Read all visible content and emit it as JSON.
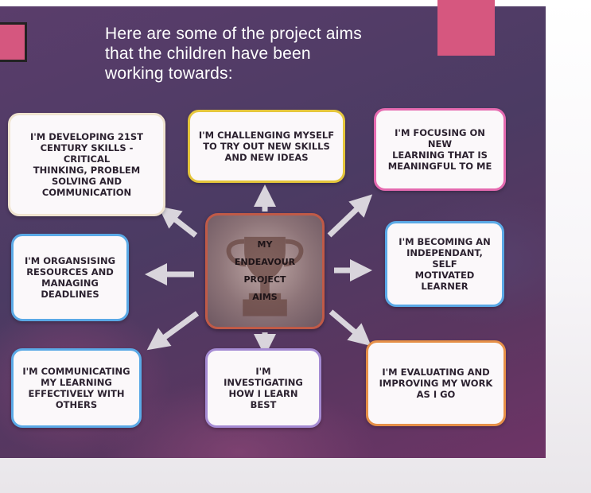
{
  "title": {
    "lines": [
      "Here are some of the project aims",
      "that the children have been",
      "working towards:"
    ]
  },
  "center": {
    "lines": [
      "MY",
      "ENDEAVOUR",
      "PROJECT",
      "AIMS"
    ],
    "icon": "trophy-icon"
  },
  "aims": {
    "skills": [
      "I'M DEVELOPING 21ST",
      "CENTURY SKILLS -  CRITICAL",
      "THINKING, PROBLEM",
      "SOLVING AND",
      "COMMUNICATION"
    ],
    "challenging": [
      "I'M CHALLENGING MYSELF",
      "TO TRY OUT NEW SKILLS",
      "AND NEW IDEAS"
    ],
    "focusing": [
      "I'M FOCUSING ON NEW",
      "LEARNING THAT IS",
      "MEANINGFUL TO ME"
    ],
    "organising": [
      "I'M ORGANSISING",
      "RESOURCES AND",
      "MANAGING",
      "DEADLINES"
    ],
    "independent": [
      "I'M BECOMING AN",
      "INDEPENDANT, SELF",
      "MOTIVATED",
      "LEARNER"
    ],
    "communicating": [
      "I'M COMMUNICATING",
      "MY LEARNING",
      "EFFECTIVELY WITH",
      "OTHERS"
    ],
    "investigating": [
      "I'M INVESTIGATING",
      "HOW I LEARN BEST"
    ],
    "evaluating": [
      "I'M EVALUATING AND",
      "IMPROVING MY WORK",
      "AS I GO"
    ]
  },
  "colors": {
    "background": "#4b3b63",
    "accent_pink": "#d5577f",
    "border_yellow": "#e5c63c",
    "border_pink": "#e56ab0",
    "border_blue": "#5aa9e6",
    "border_orange": "#e69048",
    "border_lilac": "#a58bd3",
    "center_border": "#c05a47"
  }
}
